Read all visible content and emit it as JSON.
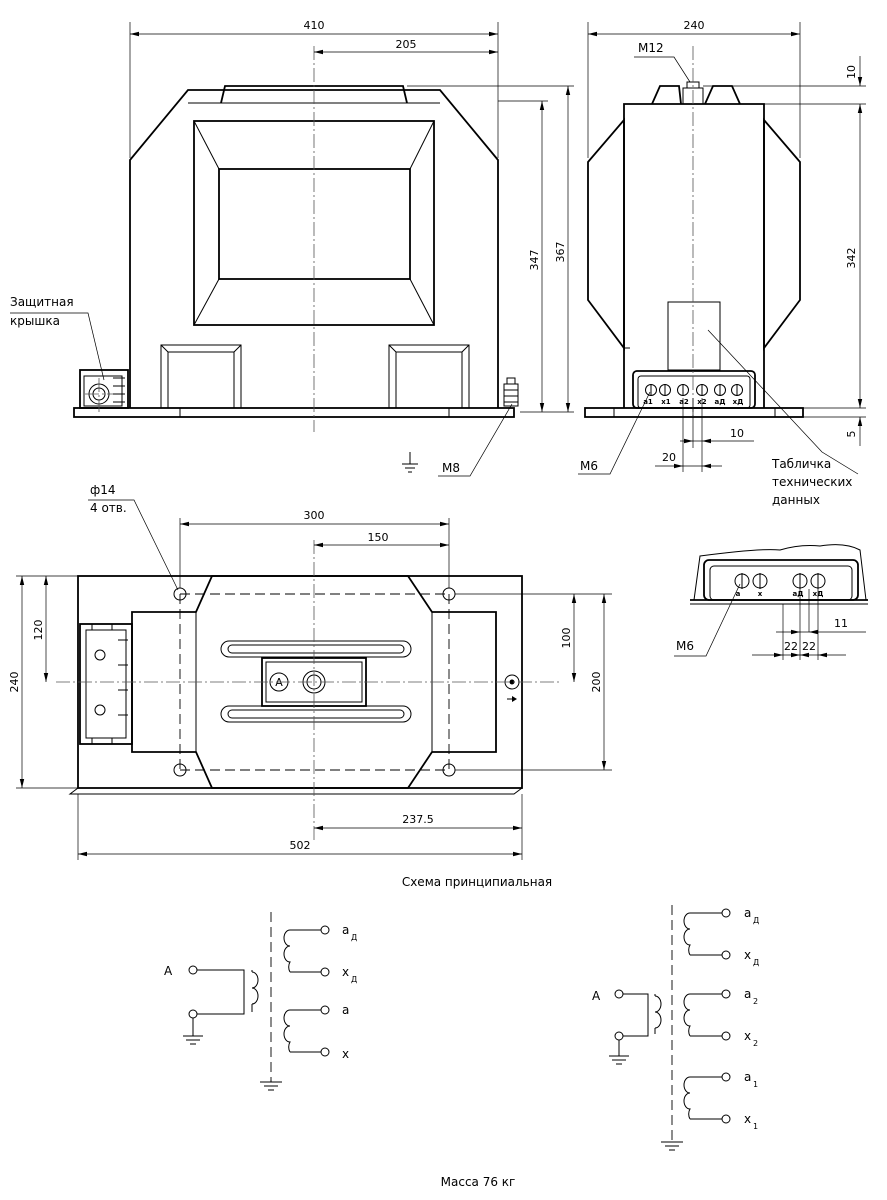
{
  "front_view": {
    "dim_width": "410",
    "dim_half_width": "205",
    "dim_height_body": "347",
    "dim_height_total": "367",
    "label_cover_line1": "Защитная",
    "label_cover_line2": "крышка",
    "label_ground_bolt": "М8"
  },
  "side_view": {
    "dim_width": "240",
    "dim_top": "10",
    "dim_height": "342",
    "dim_base": "5",
    "dim_terminal_pitch": "10",
    "dim_terminal_offset": "20",
    "label_bolt_top": "М12",
    "label_bolt_terminal": "М6",
    "label_plate_line1": "Табличка",
    "label_plate_line2": "технических",
    "label_plate_line3": "данных",
    "terminals": [
      "а1",
      "х1",
      "а2",
      "х2",
      "аД",
      "хД"
    ]
  },
  "plan_view": {
    "hole_label": "ф14",
    "hole_count": "4 отв.",
    "dim_hole_spacing_x": "300",
    "dim_center_x": "150",
    "dim_total_width": "240",
    "dim_half_width": "120",
    "dim_hole_spacing_y": "200",
    "dim_half_y": "100",
    "dim_total_length": "502",
    "dim_center_offset": "237.5",
    "primary_terminal": "А"
  },
  "terminal_detail": {
    "label_bolt": "М6",
    "dim_pitch_1": "22",
    "dim_pitch_2": "22",
    "dim_pitch_3": "11",
    "terminals": [
      "а",
      "х",
      "аД",
      "хД"
    ]
  },
  "schematic": {
    "title": "Схема принципиальная",
    "left": {
      "primary": "А",
      "secondaries": [
        {
          "top": "а",
          "top_sub": "Д",
          "bottom": "х",
          "bottom_sub": "Д"
        },
        {
          "top": "а",
          "top_sub": "",
          "bottom": "х",
          "bottom_sub": ""
        }
      ]
    },
    "right": {
      "primary": "А",
      "secondaries": [
        {
          "top": "а",
          "top_sub": "Д",
          "bottom": "х",
          "bottom_sub": "Д"
        },
        {
          "top": "а",
          "top_sub": "2",
          "bottom": "х",
          "bottom_sub": "2"
        },
        {
          "top": "а",
          "top_sub": "1",
          "bottom": "х",
          "bottom_sub": "1"
        }
      ]
    }
  },
  "mass_label": "Масса  76 кг"
}
